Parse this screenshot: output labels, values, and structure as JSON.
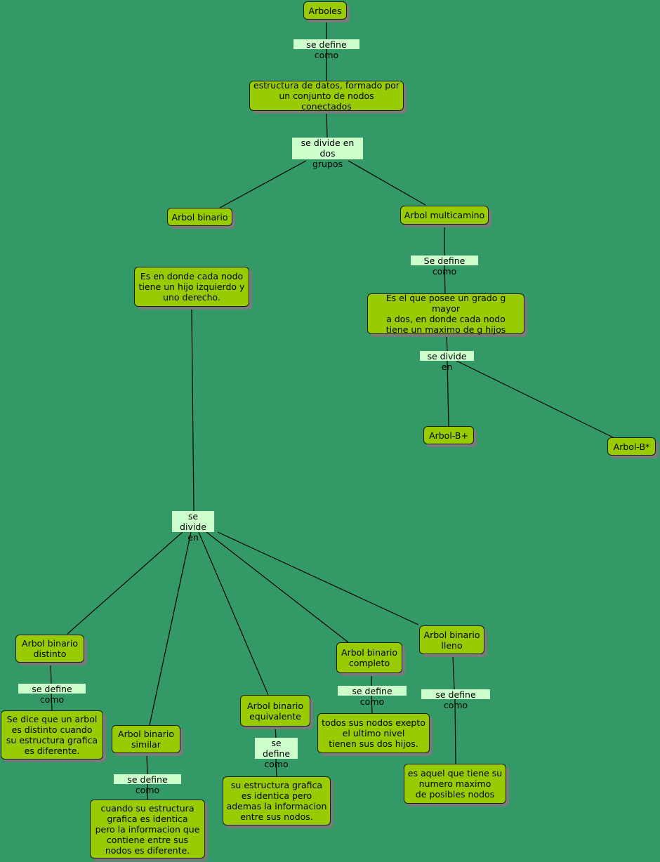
{
  "concept_map": {
    "nodes": {
      "arboles": "Arboles",
      "estructura": "estructura de datos, formado por\nun conjunto de nodos conectados",
      "binario": "Arbol binario",
      "multicamino": "Arbol multicamino",
      "binario_def": "Es en donde cada nodo\ntiene un hijo izquierdo y\nuno derecho.",
      "multicamino_def": "Es el que posee un grado g mayor\na dos, en donde cada nodo\ntiene un maximo de g  hijos",
      "bplus": "Arbol-B+",
      "bstar": "Arbol-B*",
      "distinto": "Arbol binario\ndistinto",
      "distinto_def": "Se dice que un arbol\nes distinto cuando\nsu estructura grafica\nes diferente.",
      "similar": "Arbol binario\nsimilar",
      "similar_def": "cuando su estructura\ngrafica es identica\npero la informacion que\ncontiene entre sus\nnodos es diferente.",
      "equivalente": "Arbol binario\nequivalente",
      "equivalente_def": "su estructura grafica\nes identica pero\nademas la informacion\nentre sus nodos.",
      "completo": "Arbol binario\ncompleto",
      "completo_def": "todos sus nodos exepto\nel ultimo nivel\ntienen sus dos hijos.",
      "lleno": "Arbol binario\nlleno",
      "lleno_def": "es aquel que tiene su\nnumero maximo\nde posibles nodos"
    },
    "links": {
      "l1": "se define como",
      "l2": "se divide en dos\ngrupos",
      "l3": "Se define como",
      "l4": "se divide en",
      "l5": "se divide\nen",
      "l6": "se define como",
      "l7": "se define como",
      "l8": "se define\ncomo",
      "l9": "se define como",
      "l10": "se define como"
    }
  }
}
